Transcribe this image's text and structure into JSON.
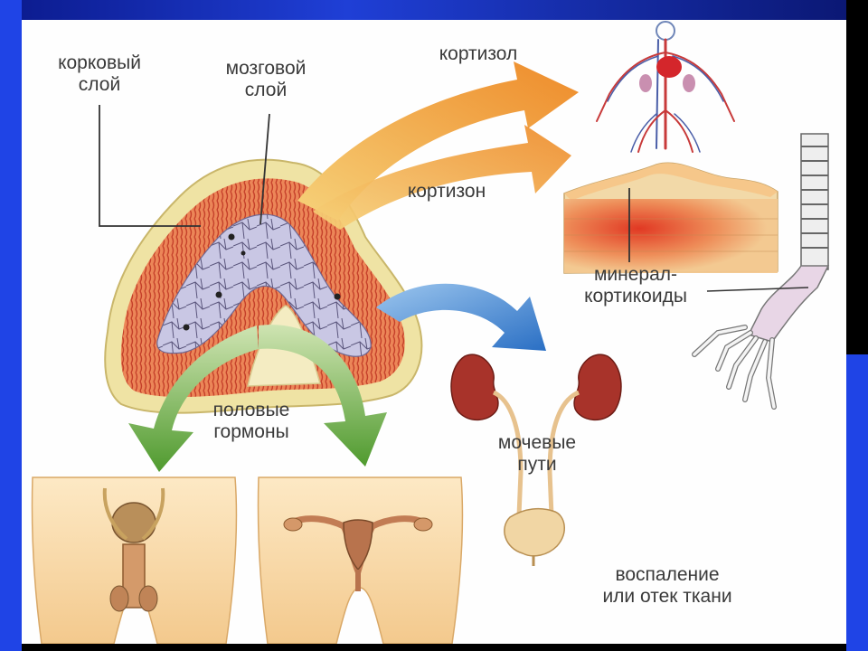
{
  "colors": {
    "frame_blue": "#1f44e6",
    "frame_dark": "#000000",
    "figure_bg": "#fefefe",
    "cortex_orange": "#e8774a",
    "medulla_lavender": "#c6c5e2",
    "capsule_yellow": "#efe3a4",
    "arrow_orange": "#f0a43a",
    "arrow_blue": "#2f7fd0",
    "arrow_green": "#6aa742",
    "label_gray": "#3a3a3a"
  },
  "labels": {
    "cortex_line1": "корковый",
    "cortex_line2": "слой",
    "medulla_line1": "мозговой",
    "medulla_line2": "слой",
    "cortisol": "кортизол",
    "cortisone": "кортизон",
    "mineral_line1": "минерал-",
    "mineral_line2": "кортикоиды",
    "sex_line1": "половые",
    "sex_line2": "гормоны",
    "urinary_line1": "мочевые",
    "urinary_line2": "пути",
    "inflam_line1": "воспаление",
    "inflam_line2": "или отек ткани"
  }
}
